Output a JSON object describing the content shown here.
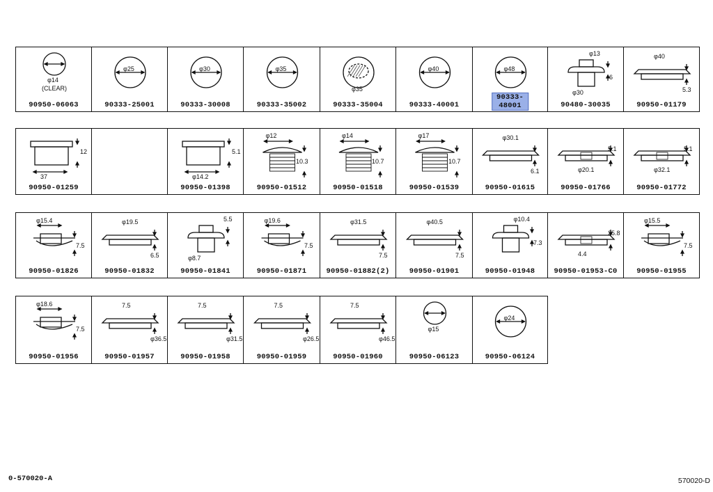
{
  "rows": [
    [
      {
        "pn": "90950-06063",
        "dims": [
          "φ14",
          "(CLEAR)"
        ],
        "shape": "circle-small"
      },
      {
        "pn": "90333-25001",
        "dims": [
          "φ25"
        ],
        "shape": "circle"
      },
      {
        "pn": "90333-30008",
        "dims": [
          "φ30"
        ],
        "shape": "circle"
      },
      {
        "pn": "90333-35002",
        "dims": [
          "φ35"
        ],
        "shape": "circle"
      },
      {
        "pn": "90333-35004",
        "dims": [
          "φ35"
        ],
        "shape": "circle-hatch"
      },
      {
        "pn": "90333-40001",
        "dims": [
          "φ40"
        ],
        "shape": "circle"
      },
      {
        "pn": "90333-48001",
        "dims": [
          "φ48"
        ],
        "shape": "circle",
        "highlight": true
      },
      {
        "pn": "90480-30035",
        "dims": [
          "φ13",
          "6",
          "φ30"
        ],
        "shape": "cap-tall"
      },
      {
        "pn": "90950-01179",
        "dims": [
          "φ40",
          "5.3"
        ],
        "shape": "flat"
      }
    ],
    [
      {
        "pn": "90950-01259",
        "dims": [
          "12",
          "37"
        ],
        "shape": "plug-box"
      },
      {
        "pn": "",
        "dims": [],
        "shape": "empty"
      },
      {
        "pn": "90950-01398",
        "dims": [
          "5.1",
          "φ14.2"
        ],
        "shape": "plug-side"
      },
      {
        "pn": "90950-01512",
        "dims": [
          "φ12",
          "10.3"
        ],
        "shape": "ribbed"
      },
      {
        "pn": "90950-01518",
        "dims": [
          "φ14",
          "10.7"
        ],
        "shape": "ribbed"
      },
      {
        "pn": "90950-01539",
        "dims": [
          "φ17",
          "10.7"
        ],
        "shape": "ribbed"
      },
      {
        "pn": "90950-01615",
        "dims": [
          "φ30.1",
          "6.1"
        ],
        "shape": "flat"
      },
      {
        "pn": "90950-01766",
        "dims": [
          "5.1",
          "φ20.1"
        ],
        "shape": "grommet"
      },
      {
        "pn": "90950-01772",
        "dims": [
          "5.1",
          "φ32.1"
        ],
        "shape": "grommet"
      }
    ],
    [
      {
        "pn": "90950-01826",
        "dims": [
          "φ15.4",
          "7.5"
        ],
        "shape": "cup"
      },
      {
        "pn": "90950-01832",
        "dims": [
          "φ19.5",
          "6.5"
        ],
        "shape": "flat"
      },
      {
        "pn": "90950-01841",
        "dims": [
          "5.5",
          "φ8.7"
        ],
        "shape": "mushroom"
      },
      {
        "pn": "90950-01871",
        "dims": [
          "φ19.6",
          "7.5"
        ],
        "shape": "cup"
      },
      {
        "pn": "90950-01882(2)",
        "dims": [
          "φ31.5",
          "7.5"
        ],
        "shape": "flat"
      },
      {
        "pn": "90950-01901",
        "dims": [
          "φ40.5",
          "7.5"
        ],
        "shape": "flat"
      },
      {
        "pn": "90950-01948",
        "dims": [
          "φ10.4",
          "7.3"
        ],
        "shape": "cap-tall"
      },
      {
        "pn": "90950-01953-C0",
        "dims": [
          "25.8",
          "4.4"
        ],
        "shape": "grommet"
      },
      {
        "pn": "90950-01955",
        "dims": [
          "φ15.5",
          "7.5"
        ],
        "shape": "cup"
      }
    ],
    [
      {
        "pn": "90950-01956",
        "dims": [
          "φ18.6",
          "7.5"
        ],
        "shape": "cup"
      },
      {
        "pn": "90950-01957",
        "dims": [
          "7.5",
          "φ36.5"
        ],
        "shape": "flat"
      },
      {
        "pn": "90950-01958",
        "dims": [
          "7.5",
          "φ31.5"
        ],
        "shape": "flat"
      },
      {
        "pn": "90950-01959",
        "dims": [
          "7.5",
          "φ26.5"
        ],
        "shape": "flat"
      },
      {
        "pn": "90950-01960",
        "dims": [
          "7.5",
          "φ46.5"
        ],
        "shape": "flat"
      },
      {
        "pn": "90950-06123",
        "dims": [
          "φ15"
        ],
        "shape": "circle-small"
      },
      {
        "pn": "90950-06124",
        "dims": [
          "φ24"
        ],
        "shape": "circle"
      }
    ]
  ],
  "footer": {
    "left": "0-570020-A",
    "right": "570020-D"
  }
}
